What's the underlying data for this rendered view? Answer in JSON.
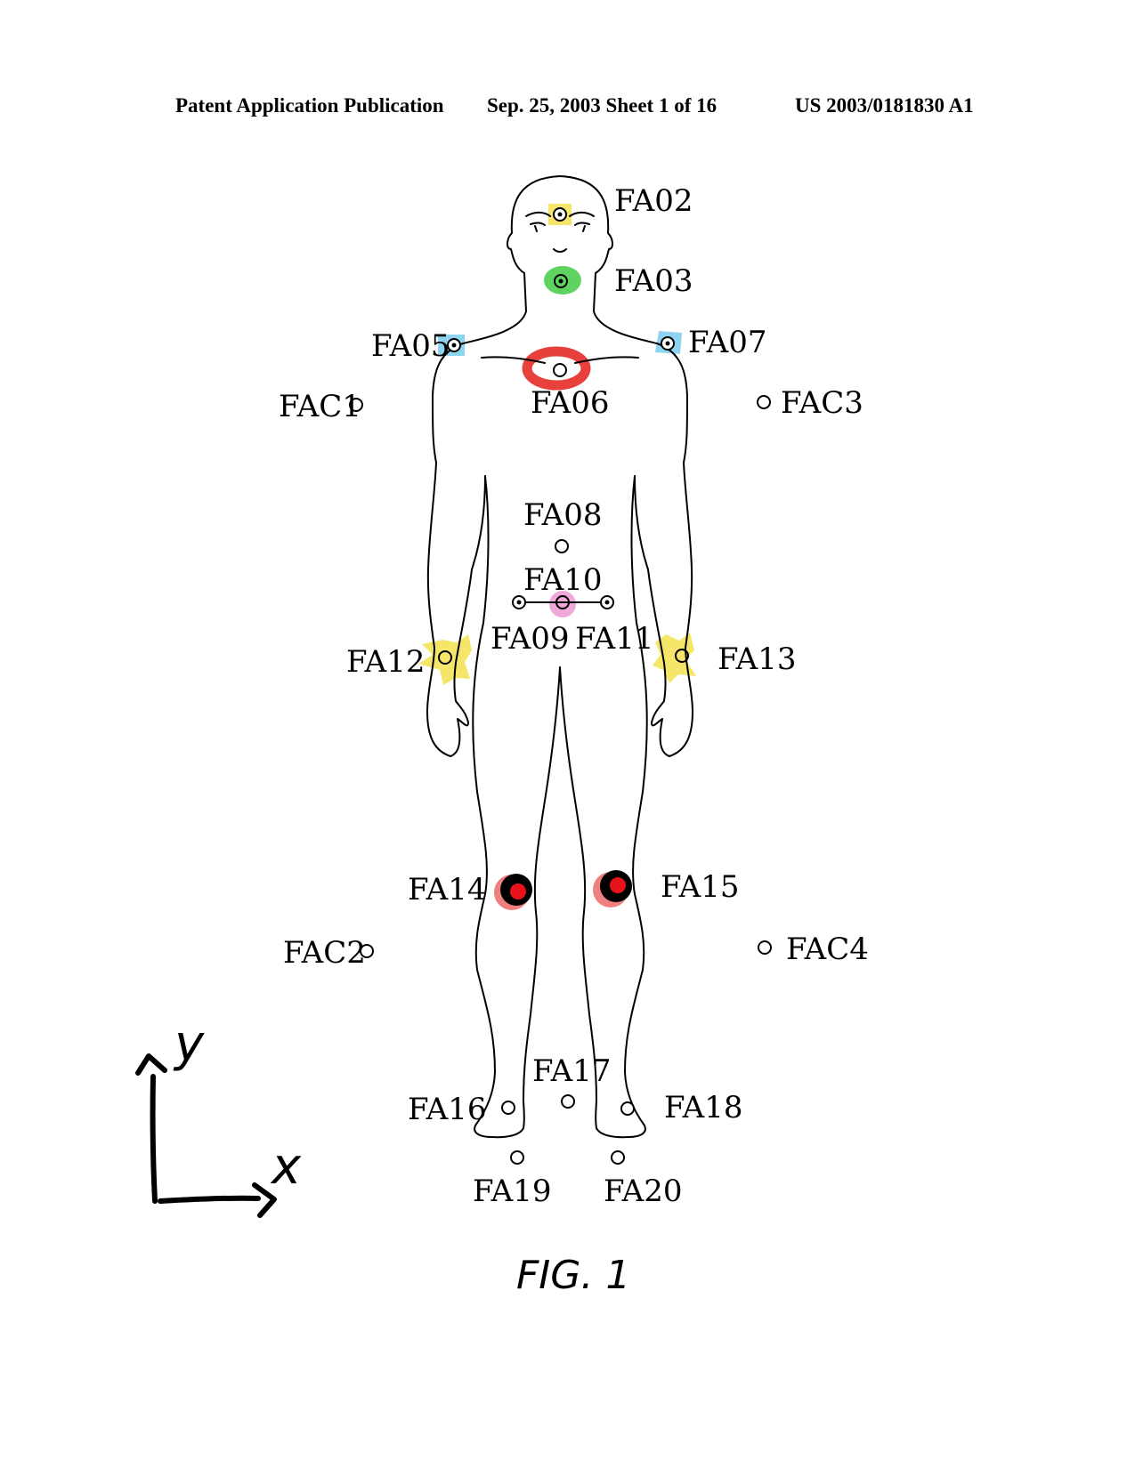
{
  "header": {
    "publication": "Patent Application Publication",
    "date_sheet": "Sep. 25, 2003   Sheet 1 of 16",
    "number": "US 2003/0181830 A1"
  },
  "markers": {
    "FA02": "FA02",
    "FA03": "FA03",
    "FA05": "FA05",
    "FA06": "FA06",
    "FA07": "FA07",
    "FAC1": "FAC1",
    "FAC3": "FAC3",
    "FA08": "FA08",
    "FA10": "FA10",
    "FA09": "FA09",
    "FA11": "FA11",
    "FA12": "FA12",
    "FA13": "FA13",
    "FA14": "FA14",
    "FA15": "FA15",
    "FAC2": "FAC2",
    "FAC4": "FAC4",
    "FA16": "FA16",
    "FA17": "FA17",
    "FA18": "FA18",
    "FA19": "FA19",
    "FA20": "FA20"
  },
  "axes": {
    "x": "x",
    "y": "y"
  },
  "caption": "FIG. 1",
  "highlight_colors": {
    "yellow": "#f5e66a",
    "green": "#5fd35f",
    "blue": "#8fd3f0",
    "red": "#e8413c",
    "pink": "#f0a8d8",
    "knee_pink": "#f08080",
    "knee_red": "#e8131a"
  }
}
